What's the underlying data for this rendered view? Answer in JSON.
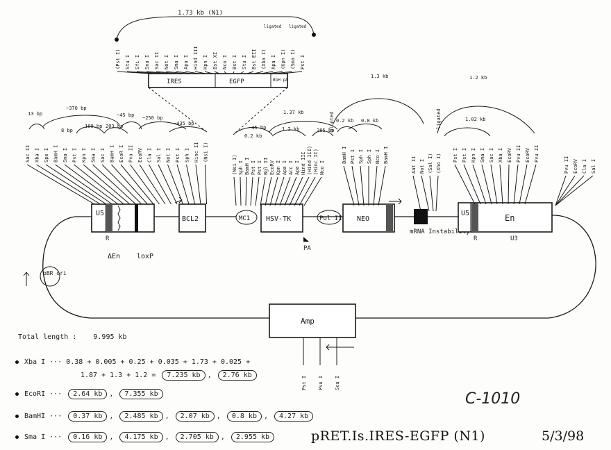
{
  "title": "pRET.Is.IRES-EGFP (N1)",
  "date": "5/3/98",
  "code": "C-1010",
  "total_length": {
    "label": "Total length :",
    "value": "9.995 kb"
  },
  "insert": {
    "size": "1.73 kb (N1)",
    "sites": [
      "(Pst I)",
      "Stu I",
      "Sfi I",
      "Sna I",
      "Sac II",
      "Not I",
      "Sma I",
      "Apa I",
      "Hind III",
      "Kpn I",
      "Bst XI",
      "Nco I",
      "Bst I",
      "Stu I",
      "Bst EII",
      "(Xba I)",
      "Apa I",
      "(Kpn I)",
      "(Sma I)",
      "Pst I"
    ],
    "ligated_labels": [
      "ligated",
      "ligated"
    ],
    "segments": [
      "IRES",
      "EGFP",
      "BGH pA"
    ]
  },
  "features": {
    "u5_left": "U5",
    "r_left": "R",
    "delta_en": "ΔEn",
    "loxp": "loxP",
    "bcl2": "BCL2",
    "mc1": "MC1",
    "hsvtk": "HSV-TK",
    "pol2": "Pol IIs",
    "neo": "NEO",
    "pa": "PA",
    "mrna": "mRNA Instability",
    "u5_right": "U5",
    "r_right": "R",
    "en": "En",
    "u3": "U3",
    "pbr": "pBR ori",
    "amp": "Amp"
  },
  "sites": {
    "left_group": [
      "Sac II",
      "Xba I",
      "Spe I",
      "BamH I",
      "Sma I",
      "Pst I",
      "Kpn I",
      "Sma I",
      "Sac I",
      "BamH I",
      "EcoR I",
      "Pvu II",
      "EcoRV",
      "Cla I",
      "Sal I",
      "Not I",
      "Pst I",
      "Sph I",
      "Hinc II",
      "(Nsi I)"
    ],
    "left_dist": [
      "13 bp",
      "~370 bp",
      "8 bp",
      "~45 bp",
      "160 bp",
      "203 bp",
      "~250 bp",
      "~435 bp"
    ],
    "middle_group": [
      "(Nsi I)",
      "Sph I",
      "BamH I",
      "Pst I",
      "Pst I",
      "Bgl II",
      "EcoRV",
      "Kpn I",
      "Apa I",
      "Acc I",
      "Apa I",
      "Hind III",
      "(Hind III)",
      "(Hinc II)",
      "Nco I"
    ],
    "middle_dist": [
      "~45 bp",
      "0.2 kb",
      "1.37 kb",
      "1.2 kb",
      "385 bp"
    ],
    "blunted": "blunted",
    "neo_group": [
      "BamH I",
      "Pst I",
      "Sph I",
      "Sph I",
      "Nco I",
      "BamH I"
    ],
    "neo_dist": [
      "1.3 kb",
      "0.2 kb",
      "0.8 kb"
    ],
    "mrna_group": [
      "Aat II",
      "Not I",
      "(Sal I)",
      "(Xho I)"
    ],
    "ligated": "ligated",
    "right_group": [
      "Pst I",
      "Pst I",
      "Kpn I",
      "Sma I",
      "Sac I",
      "Xba I",
      "EcoRV",
      "Pvu II",
      "EcoRV",
      "Pvu II"
    ],
    "right_dist": [
      "1.2 kb",
      "1.02 kb"
    ],
    "far_right": [
      "Pvu II",
      "EcoRV",
      "Cla I",
      "Sal I"
    ],
    "amp_sites": [
      "Pst I",
      "Pvu I",
      "Sca I"
    ]
  },
  "digests": [
    {
      "enzyme": "Xba I",
      "formula": "0.38 + 0.005 + 0.25 + 0.035 + 1.73 + 0.025 +",
      "formula2": "1.87 + 1.3 + 1.2 =",
      "fragments": [
        "7.235 kb",
        "2.76 kb"
      ]
    },
    {
      "enzyme": "EcoRI",
      "formula": "",
      "fragments": [
        "2.64 kb",
        "7.355 kb"
      ]
    },
    {
      "enzyme": "BamHI",
      "formula": "",
      "fragments": [
        "0.37 kb",
        "2.485 kb",
        "2.07 kb",
        "0.8 kb",
        "4.27 kb"
      ]
    },
    {
      "enzyme": "Sma I",
      "formula": "",
      "fragments": [
        "0.16 kb",
        "4.175 kb",
        "2.705 kb",
        "2.955 kb"
      ]
    }
  ]
}
